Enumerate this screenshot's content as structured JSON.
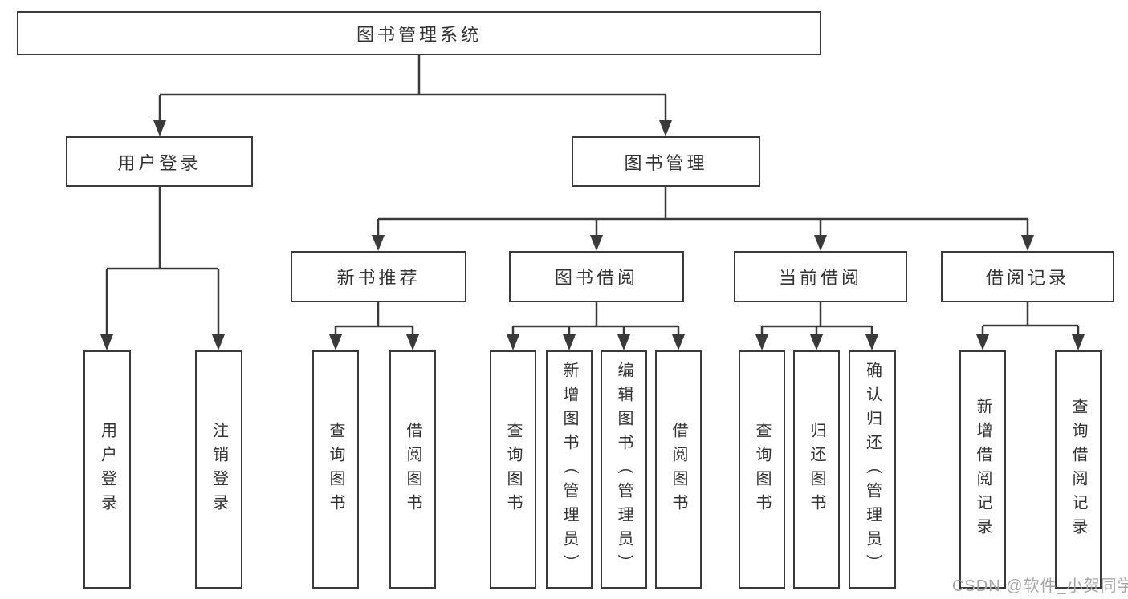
{
  "tree": {
    "root": {
      "label": "图书管理系统"
    },
    "branches": [
      {
        "label": "用户登录",
        "children": [
          {
            "label": "用户登录"
          },
          {
            "label": "注销登录"
          }
        ]
      },
      {
        "label": "图书管理",
        "children": [
          {
            "label": "新书推荐",
            "children": [
              {
                "label": "查询图书"
              },
              {
                "label": "借阅图书"
              }
            ]
          },
          {
            "label": "图书借阅",
            "children": [
              {
                "label": "查询图书"
              },
              {
                "label": "新增图书（管理员）"
              },
              {
                "label": "编辑图书（管理员）"
              },
              {
                "label": "借阅图书"
              }
            ]
          },
          {
            "label": "当前借阅",
            "children": [
              {
                "label": "查询图书"
              },
              {
                "label": "归还图书"
              },
              {
                "label": "确认归还（管理员）"
              }
            ]
          },
          {
            "label": "借阅记录",
            "children": [
              {
                "label": "新增借阅记录"
              },
              {
                "label": "查询借阅记录"
              }
            ]
          }
        ]
      }
    ]
  },
  "watermark": {
    "text": "CSDN @软件_小贺同学"
  },
  "colors": {
    "line": "#3a3a3a",
    "text": "#333333",
    "background": "#ffffff",
    "watermark": "#a6a6a6"
  }
}
